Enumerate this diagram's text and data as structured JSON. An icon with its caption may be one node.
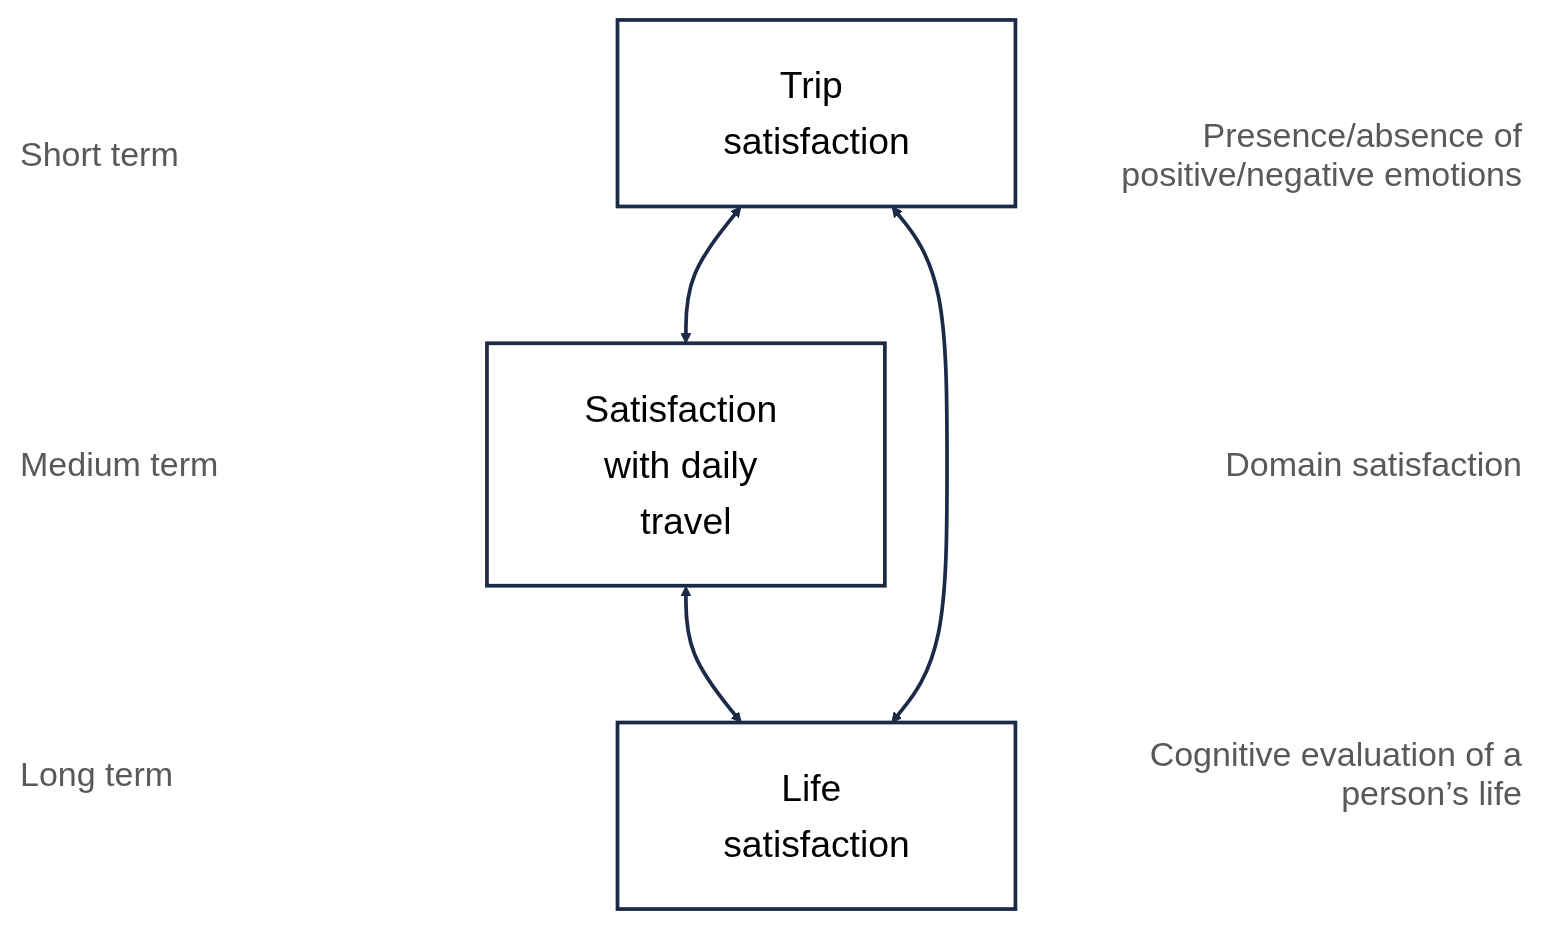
{
  "diagram": {
    "nodes": [
      {
        "text": [
          "Trip satisfaction"
        ]
      },
      {
        "text": [
          "Satisfaction with daily travel"
        ]
      },
      {
        "text": [
          "Life satisfaction"
        ]
      }
    ],
    "edges": [
      {
        "from": 0,
        "to": 1,
        "arrow": "both"
      },
      {
        "from": 1,
        "to": 2,
        "arrow": "both"
      },
      {
        "from": 0,
        "to": 2,
        "arrow": "both"
      }
    ],
    "labels": [
      "Short term",
      "Presence/absence of positive/negative emotions",
      "Medium term",
      "Domain satisfaction",
      "Long term",
      "Cognitive evaluation of a person’s life"
    ]
  }
}
